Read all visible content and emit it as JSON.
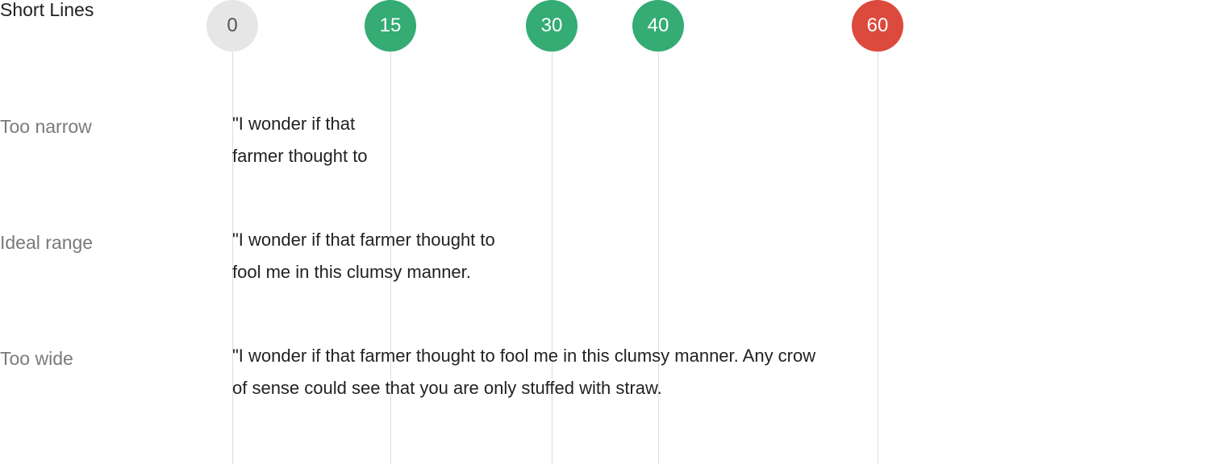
{
  "diagram": {
    "title": "Short Lines",
    "markers": [
      {
        "label": "0",
        "value": 0,
        "color": "#e6e6e6",
        "status": "neutral"
      },
      {
        "label": "15",
        "value": 15,
        "color": "#34ac74",
        "status": "good"
      },
      {
        "label": "30",
        "value": 30,
        "color": "#34ac74",
        "status": "good"
      },
      {
        "label": "40",
        "value": 40,
        "color": "#34ac74",
        "status": "good"
      },
      {
        "label": "60",
        "value": 60,
        "color": "#dc4a3d",
        "status": "bad"
      }
    ],
    "rows": [
      {
        "label": "Too narrow",
        "lines": [
          "\"I wonder if that",
          "farmer thought to"
        ]
      },
      {
        "label": "Ideal range",
        "lines": [
          "\"I wonder if that farmer thought to",
          "fool me in this clumsy manner."
        ]
      },
      {
        "label": "Too wide",
        "lines": [
          "\"I wonder if that farmer thought to fool me in this clumsy manner. Any crow",
          "of sense could see that you are only stuffed with straw."
        ]
      }
    ]
  }
}
